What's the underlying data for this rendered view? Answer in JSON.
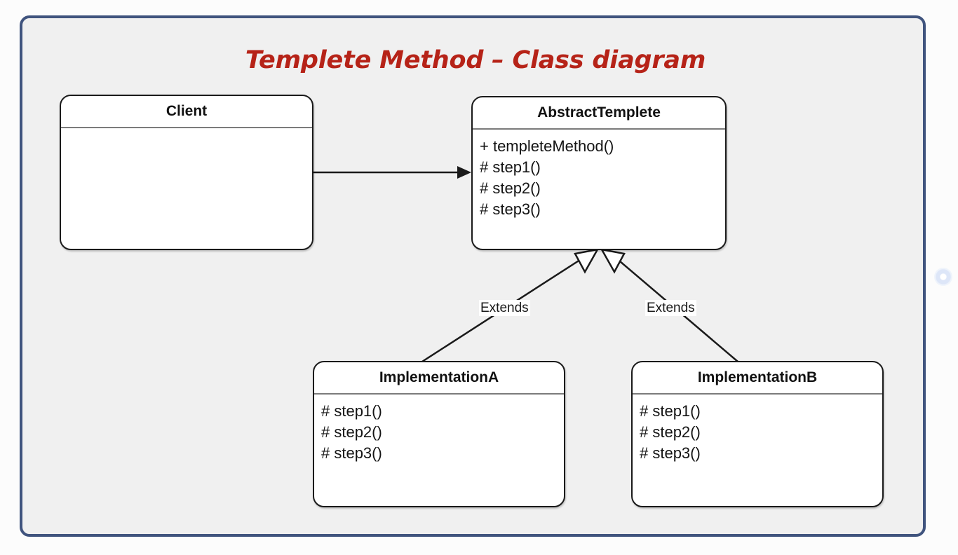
{
  "slide": {
    "title": "Templete Method – Class diagram",
    "title_color": "#b62318",
    "frame_border_color": "#40547e",
    "canvas_color": "#f0f0f0"
  },
  "diagram": {
    "type": "uml-class-diagram",
    "classes": [
      {
        "id": "client",
        "name": "Client",
        "members": []
      },
      {
        "id": "abstract-templete",
        "name": "AbstractTemplete",
        "members": [
          "+ templeteMethod()",
          "# step1()",
          "# step2()",
          "# step3()"
        ]
      },
      {
        "id": "implementation-a",
        "name": "ImplementationA",
        "members": [
          "# step1()",
          "# step2()",
          "# step3()"
        ]
      },
      {
        "id": "implementation-b",
        "name": "ImplementationB",
        "members": [
          "# step1()",
          "# step2()",
          "# step3()"
        ]
      }
    ],
    "relations": [
      {
        "id": "client-uses-abstract",
        "from": "Client",
        "to": "AbstractTemplete",
        "kind": "association",
        "arrowhead": "filled-triangle",
        "label": ""
      },
      {
        "id": "a-extends-abstract",
        "from": "ImplementationA",
        "to": "AbstractTemplete",
        "kind": "generalization",
        "arrowhead": "hollow-triangle",
        "label": "Extends"
      },
      {
        "id": "b-extends-abstract",
        "from": "ImplementationB",
        "to": "AbstractTemplete",
        "kind": "generalization",
        "arrowhead": "hollow-triangle",
        "label": "Extends"
      }
    ]
  }
}
